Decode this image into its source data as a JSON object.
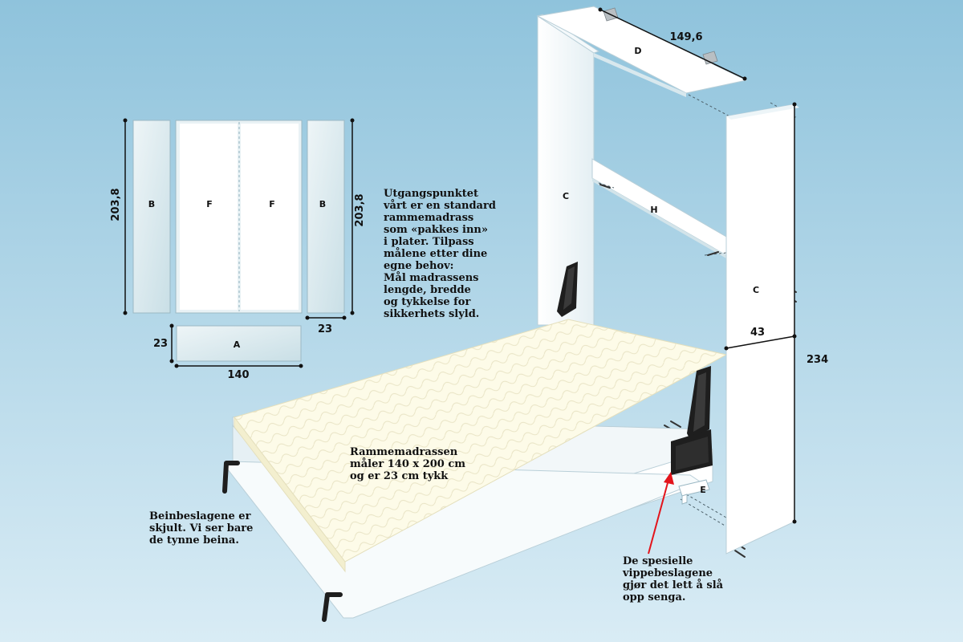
{
  "parts": {
    "a": "A",
    "b": "B",
    "c": "C",
    "d": "D",
    "e": "E",
    "f": "F",
    "h": "H"
  },
  "dims": {
    "height_left": "203,8",
    "height_right": "203,8",
    "width_side": "23",
    "a_height": "23",
    "a_width": "140",
    "d_width": "149,6",
    "c_width": "43",
    "c_height": "234"
  },
  "notes": {
    "intro": [
      "Utgangspunktet",
      "vårt er en standard",
      "rammemadrass",
      "som «pakkes inn»",
      "i plater. Tilpass",
      "målene etter dine",
      "egne behov:",
      "Mål madrassens",
      "lengde, bredde",
      "og tykkelse for",
      "sikkerhets slyld."
    ],
    "mattress": [
      "Rammemadrassen",
      "måler 140 x 200 cm",
      "og er 23 cm tykk"
    ],
    "legs": [
      "Beinbeslagene er",
      "skjult. Vi ser bare",
      "de tynne beina."
    ],
    "hinges": [
      "De spesielle",
      "vippebeslagene",
      "gjør det lett å slå",
      "opp senga."
    ]
  },
  "colors": {
    "background_top": "#8fc3dc",
    "background_bottom": "#d9ecf5",
    "board": "#ffffff",
    "mattress": "#fdfbe8",
    "bracket": "#1e1e1e",
    "arrow": "#e3141b"
  }
}
